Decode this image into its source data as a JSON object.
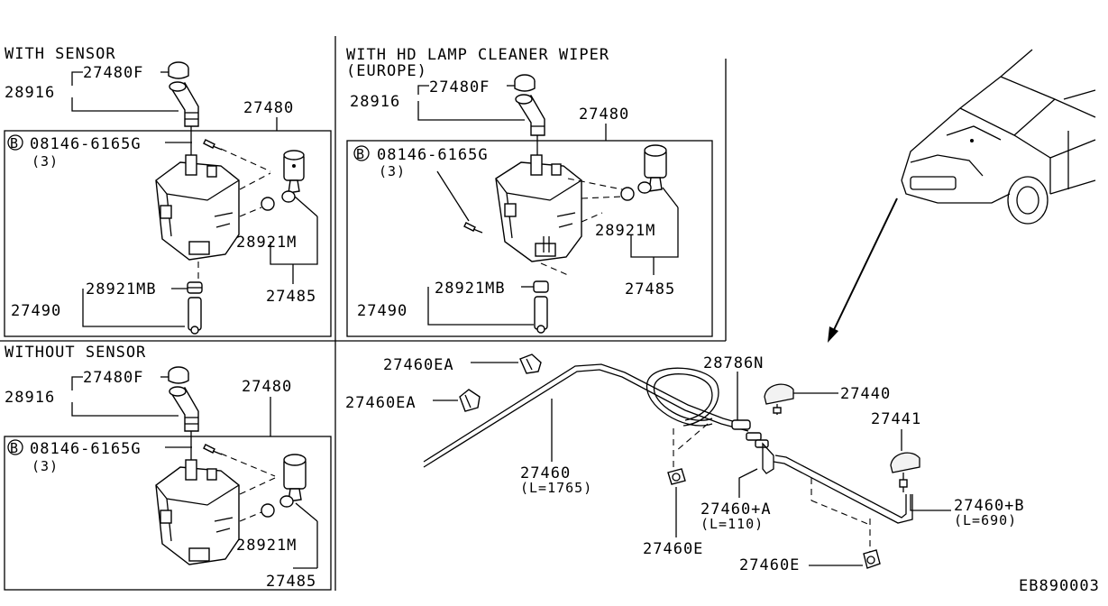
{
  "sections": {
    "with_sensor": {
      "title": "WITH SENSOR",
      "labels": {
        "cap": "27480F",
        "filler": "28916",
        "tank": "27480",
        "bolt": "08146-6165G",
        "bolt_qty": "(3)",
        "grommet_pump": "28921M",
        "grommet_sensor": "28921MB",
        "pump": "27485",
        "sensor": "27490"
      }
    },
    "hd_lamp_cleaner": {
      "title": "WITH HD LAMP CLEANER WIPER",
      "subtitle": "(EUROPE)",
      "labels": {
        "cap": "27480F",
        "filler": "28916",
        "tank": "27480",
        "bolt": "08146-6165G",
        "bolt_qty": "(3)",
        "grommet_pump": "28921M",
        "grommet_sensor": "28921MB",
        "pump": "27485",
        "sensor": "27490"
      }
    },
    "without_sensor": {
      "title": "WITHOUT SENSOR",
      "labels": {
        "cap": "27480F",
        "filler": "28916",
        "tank": "27480",
        "bolt": "08146-6165G",
        "bolt_qty": "(3)",
        "grommet_pump": "28921M",
        "pump": "27485"
      }
    },
    "hose_routing": {
      "labels": {
        "clip_upper": "27460EA",
        "clip_lower": "27460EA",
        "joint": "28786N",
        "nozzle_left": "27440",
        "nozzle_right": "27441",
        "hose_main": "27460",
        "hose_main_len": "(L=1765)",
        "hose_a": "27460+A",
        "hose_a_len": "(L=110)",
        "hose_b": "27460+B",
        "hose_b_len": "(L=690)",
        "clip_e_left": "27460E",
        "clip_e_right": "27460E"
      }
    }
  },
  "bolt_marker": "B",
  "diagram_code": "EB890003"
}
